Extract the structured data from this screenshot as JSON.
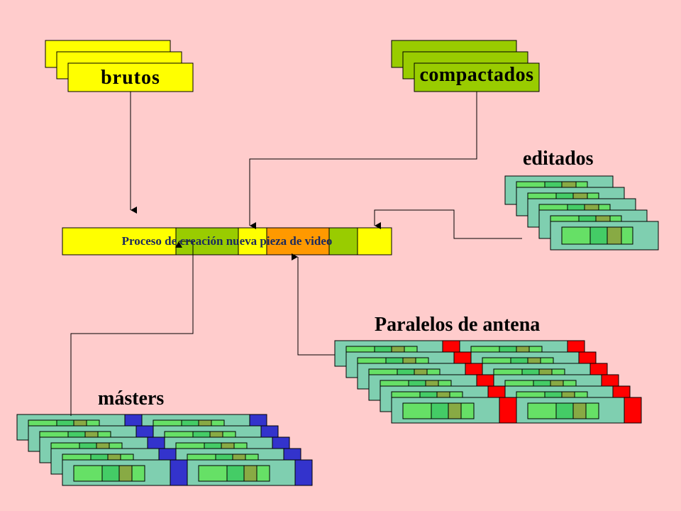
{
  "labels": {
    "brutos": "brutos",
    "compactados": "compactados",
    "editados": "editados",
    "paralelos": "Paralelos de antena",
    "masters": "másters"
  },
  "process": {
    "label": "Proceso de creación nueva pieza de video"
  },
  "colors": {
    "background": "#ffcccc",
    "yellow": "#ffff00",
    "green": "#99cc00",
    "orange": "#ff9900",
    "teal": "#7fcfb0",
    "clip_green": "#66e066",
    "red": "#ff0000",
    "blue": "#3333cc"
  }
}
